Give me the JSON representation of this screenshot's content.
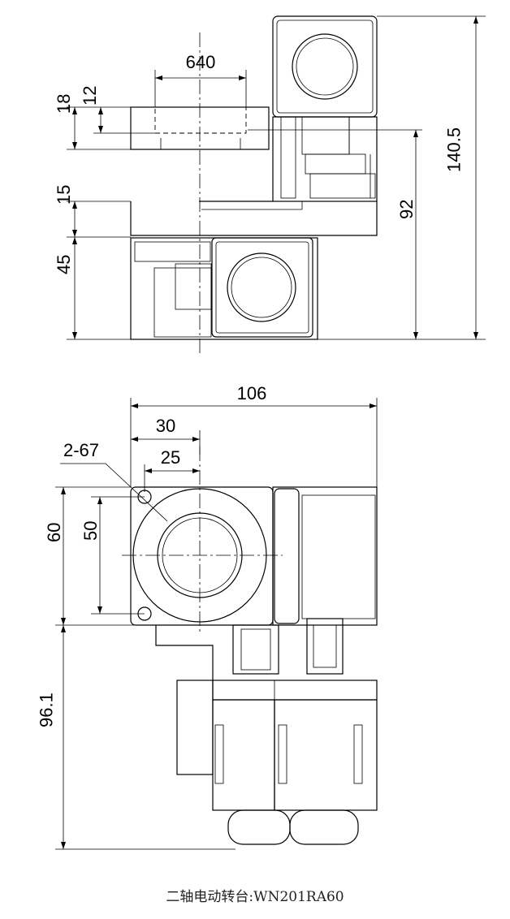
{
  "caption": "二轴电动转台:WN201RA60",
  "dimensions": {
    "top_view": {
      "width_640": "640",
      "height_18": "18",
      "height_12": "12",
      "height_15": "15",
      "height_45": "45",
      "height_92": "92",
      "height_140_5": "140.5"
    },
    "bottom_view": {
      "width_106": "106",
      "width_30": "30",
      "width_25": "25",
      "hole_callout": "2-67",
      "height_60": "60",
      "height_50": "50",
      "height_96_1": "96.1"
    }
  }
}
